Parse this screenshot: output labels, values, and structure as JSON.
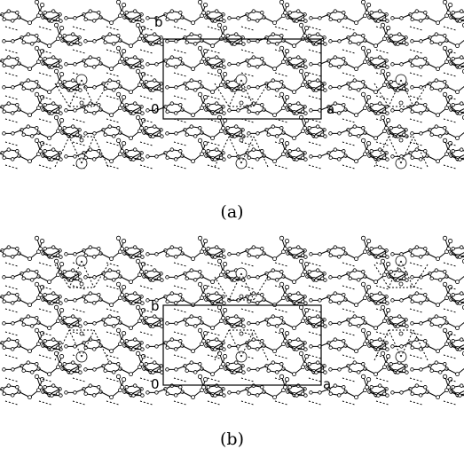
{
  "figure": {
    "panels": [
      {
        "id": "a",
        "caption": "(a)",
        "axis_labels": {
          "origin": "0",
          "a": "a",
          "b": "b"
        }
      },
      {
        "id": "b",
        "caption": "(b)",
        "axis_labels": {
          "origin": "0",
          "a": "a",
          "b": "b"
        }
      }
    ]
  }
}
